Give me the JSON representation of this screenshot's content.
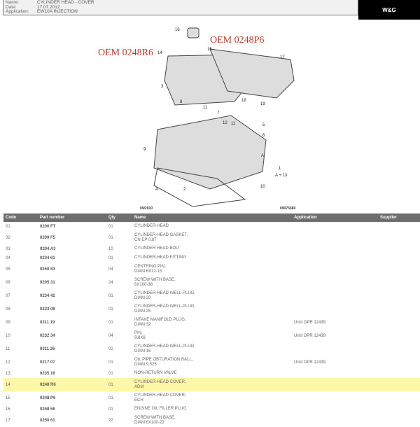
{
  "header": {
    "fields": [
      {
        "label": "Name:",
        "value": "CYLINDER HEAD - COVER"
      },
      {
        "label": "Date:",
        "value": "17.07.2012"
      },
      {
        "label": "Application:",
        "value": "EW10A INJECTION"
      }
    ],
    "logo": "W&G"
  },
  "diagram": {
    "oem_left": "OEM 0248R6",
    "oem_right": "OEM 0248P6",
    "date_code": "09/2010",
    "ref_code": "09075580",
    "callouts": [
      "16",
      "14",
      "15",
      "17",
      "3",
      "18",
      "19",
      "8",
      "11",
      "7",
      "12",
      "11",
      "5",
      "6",
      "9",
      "A",
      "1",
      "A + 13",
      "4",
      "2",
      "10"
    ]
  },
  "table": {
    "headers": [
      "Code",
      "Part number",
      "Qty",
      "Name",
      "Application",
      "Supplier"
    ],
    "rows": [
      {
        "code": "01",
        "part": "0200 FT",
        "qty": "01",
        "name": [
          "CYLINDER-HEAD"
        ],
        "app": ""
      },
      {
        "code": "02",
        "part": "0209 F5",
        "qty": "01",
        "name": [
          "CYLINDER-HEAD GASKET,",
          "CN EP 0,87"
        ],
        "app": ""
      },
      {
        "code": "03",
        "part": "0204 A3",
        "qty": "10",
        "name": [
          "CYLINDER HEAD BOLT"
        ],
        "app": ""
      },
      {
        "code": "04",
        "part": "0234 61",
        "qty": "01",
        "name": [
          "CYLINDER-HEAD FITTING"
        ],
        "app": ""
      },
      {
        "code": "05",
        "part": "0250 83",
        "qty": "04",
        "name": [
          "CENTRING PIN,",
          "DIAM 6X12-15"
        ],
        "app": ""
      },
      {
        "code": "06",
        "part": "0205 31",
        "qty": "24",
        "name": [
          "SCREW WITH BASE,",
          "6X100-38"
        ],
        "app": ""
      },
      {
        "code": "07",
        "part": "0234 42",
        "qty": "01",
        "name": [
          "CYLINDER-HEAD WELL-PLUG,",
          "DIAM 20"
        ],
        "app": ""
      },
      {
        "code": "08",
        "part": "0233 08",
        "qty": "01",
        "name": [
          "CYLINDER-HEAD WELL-PLUG,",
          "DIAM 25"
        ],
        "app": ""
      },
      {
        "code": "09",
        "part": "0311 19",
        "qty": "01",
        "name": [
          "INTAKE MANIFOLD PLUG,",
          "DIAM 32"
        ],
        "app": "Until OPR 12439"
      },
      {
        "code": "10",
        "part": "0232 34",
        "qty": "04",
        "name": [
          "PIN,",
          "9,8X8"
        ],
        "app": "Until OPR 12439"
      },
      {
        "code": "11",
        "part": "0311 26",
        "qty": "02",
        "name": [
          "CYLINDER-HEAD WELL-PLUG,",
          "DIAM 16"
        ],
        "app": ""
      },
      {
        "code": "12",
        "part": "0217 07",
        "qty": "01",
        "name": [
          "OIL PIPE OBTURATION BALL,",
          "DIAM 9,525"
        ],
        "app": "Until OPR 12439"
      },
      {
        "code": "13",
        "part": "0235 16",
        "qty": "01",
        "name": [
          "NON-RETURN VALVE"
        ],
        "app": ""
      },
      {
        "code": "14",
        "part": "0248 R6",
        "qty": "01",
        "name": [
          "CYLINDER-HEAD COVER,",
          "ADM"
        ],
        "app": "",
        "highlight": true
      },
      {
        "code": "15",
        "part": "0248 P6",
        "qty": "01",
        "name": [
          "CYLINDER-HEAD COVER,",
          "ECH"
        ],
        "app": ""
      },
      {
        "code": "16",
        "part": "0258 66",
        "qty": "01",
        "name": [
          "ENGINE OIL FILLER PLUG"
        ],
        "app": ""
      },
      {
        "code": "17",
        "part": "0250 61",
        "qty": "22",
        "name": [
          "SCREW WITH BASE,",
          "DIAM 6X100-22"
        ],
        "app": ""
      }
    ]
  }
}
